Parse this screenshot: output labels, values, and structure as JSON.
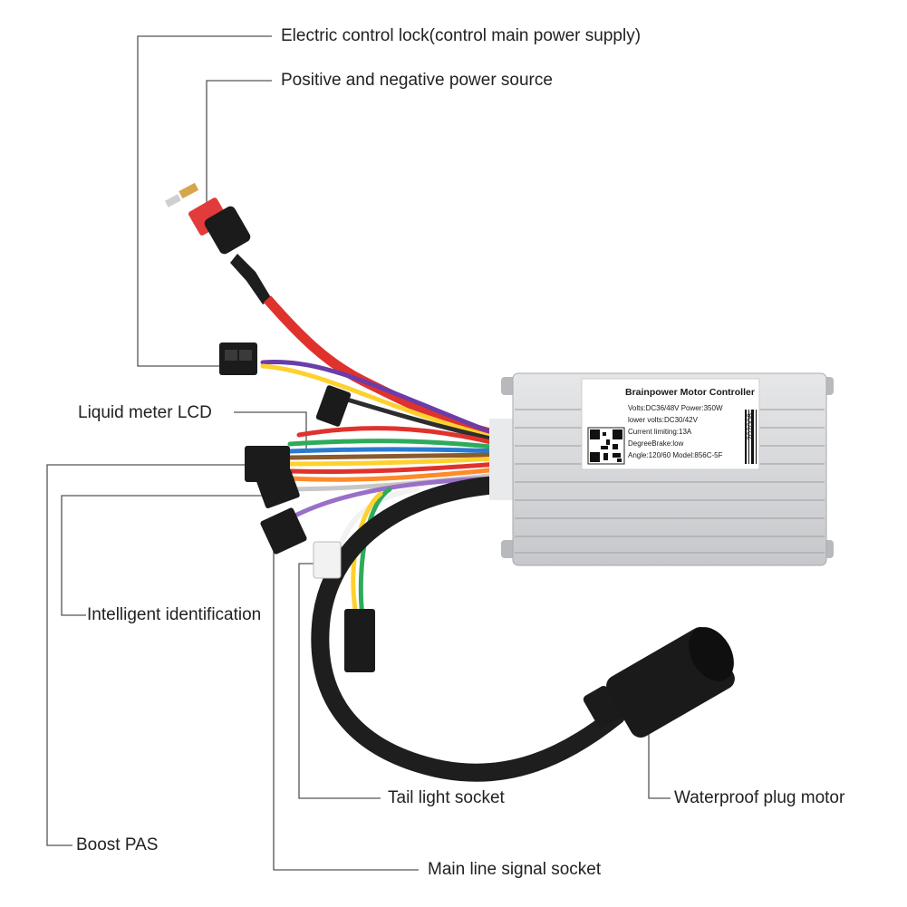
{
  "labels": {
    "electric_lock": "Electric control lock(control main power supply)",
    "power_source": "Positive and negative power source",
    "lcd": "Liquid meter LCD",
    "intelligent": "Intelligent identification",
    "tail_light": "Tail light socket",
    "waterproof": "Waterproof plug motor",
    "boost_pas": "Boost PAS",
    "main_signal": "Main line signal socket"
  },
  "controller_label": {
    "title": "Brainpower Motor Controller",
    "line1": "Volts:DC36/48V  Power:350W",
    "line2": "lower volts:DC30/42V",
    "line3": "Current limiting:13A",
    "line4": "DegreeBrake:low",
    "line5": "Angle:120/60 Model:856C-5F",
    "serial": "202006"
  },
  "colors": {
    "leader": "#555555",
    "housing": "#d9dadc",
    "red_wire": "#e0322d",
    "black_cable": "#1e1e1e"
  }
}
